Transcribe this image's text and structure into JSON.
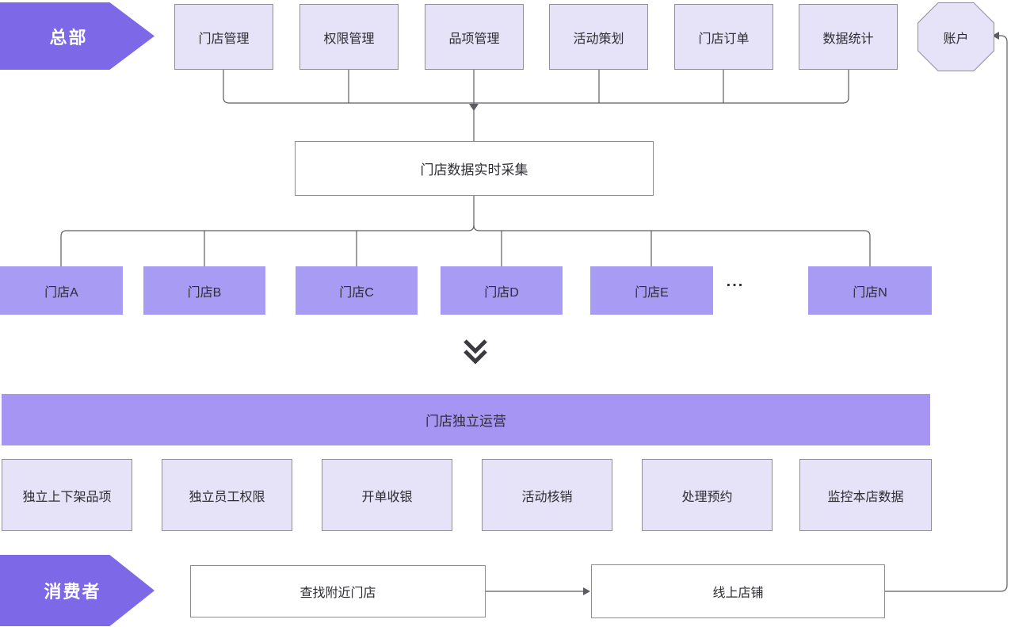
{
  "hq_label": "总部",
  "hq_modules": [
    "门店管理",
    "权限管理",
    "品项管理",
    "活动策划",
    "门店订单",
    "数据统计"
  ],
  "account_label": "账户",
  "collector_label": "门店数据实时采集",
  "stores": [
    "门店A",
    "门店B",
    "门店C",
    "门店D",
    "门店E",
    "门店N"
  ],
  "ellipsis": "...",
  "operation_bar_label": "门店独立运营",
  "functions": [
    "独立上下架品项",
    "独立员工权限",
    "开单收银",
    "活动核销",
    "处理预约",
    "监控本店数据"
  ],
  "consumer_label": "消费者",
  "find_store_label": "查找附近门店",
  "online_shop_label": "线上店铺",
  "colors": {
    "accent_purple": "#7d68e8",
    "store_purple": "#a89bf4",
    "bar_purple": "#a795f3",
    "lavender": "#e6e2f8",
    "box_border": "#8f8f96",
    "connector": "#5c5c63"
  }
}
